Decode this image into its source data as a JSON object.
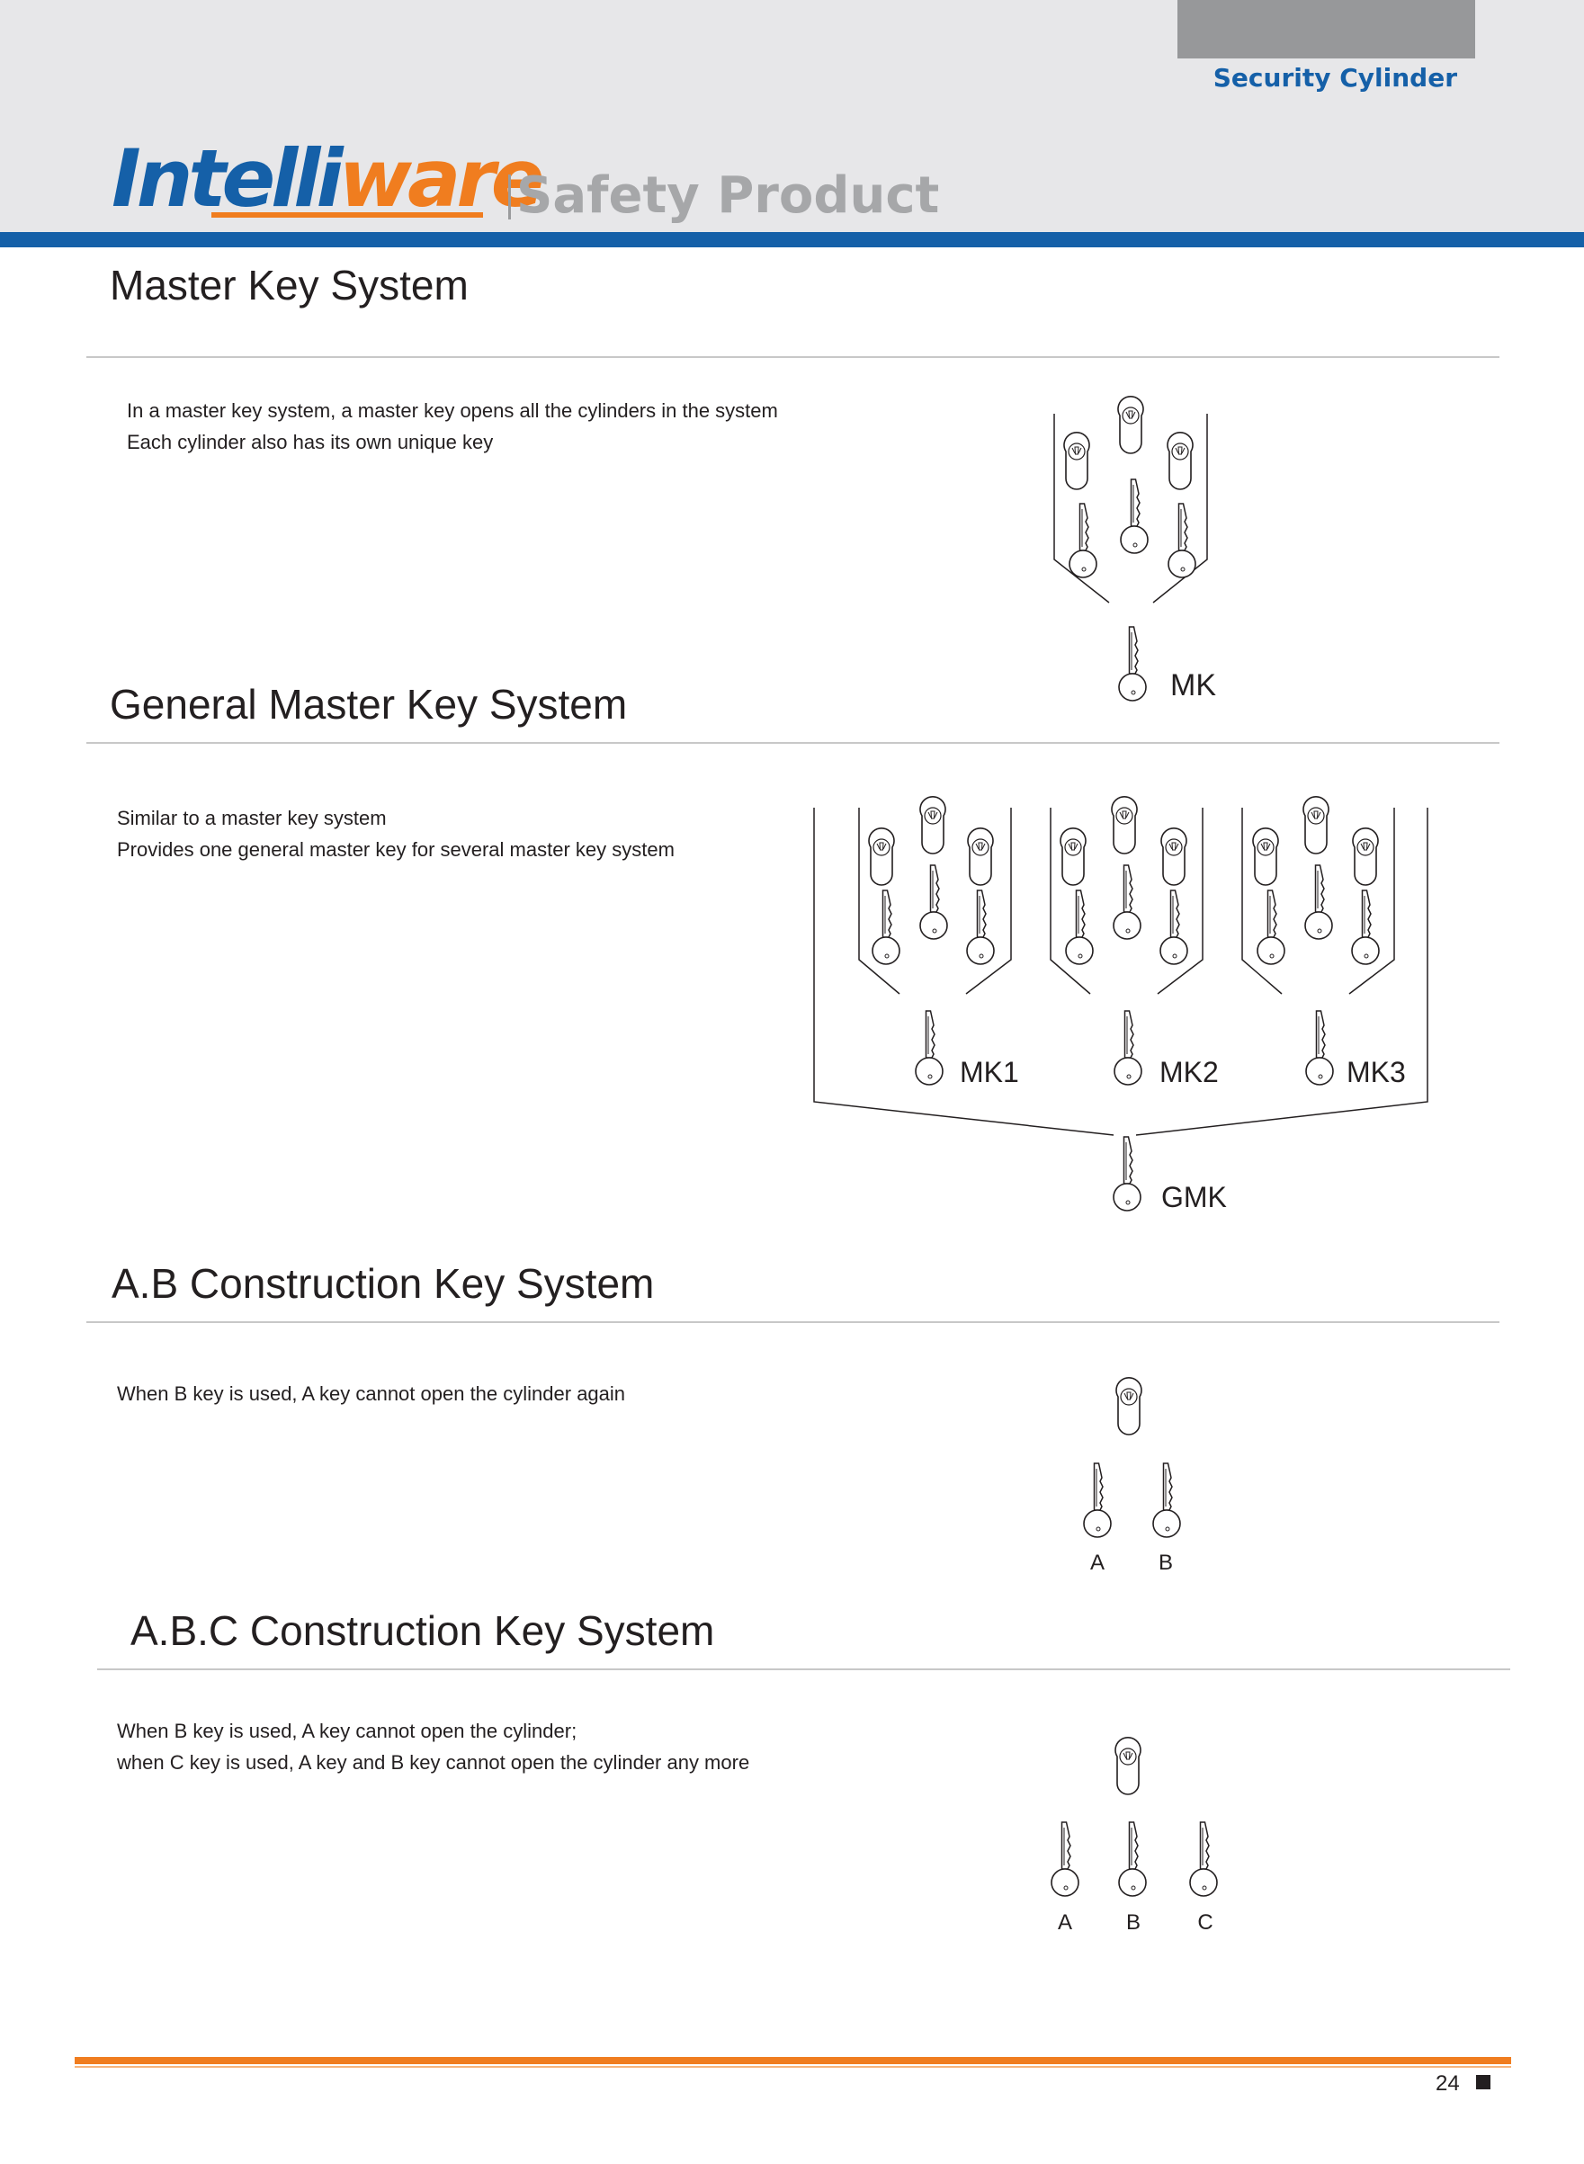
{
  "header": {
    "category": "Security Cylinder",
    "brand_part1": "In",
    "brand_part2": "telli",
    "brand_part3": "ware",
    "tagline": "Safety Product"
  },
  "sections": [
    {
      "title": "Master Key System",
      "description": [
        "In a master key system, a master key opens all the cylinders in the system",
        "Each cylinder also has its own unique key"
      ],
      "diagram_labels": [
        "MK"
      ]
    },
    {
      "title": "General Master Key System",
      "description": [
        "Similar to a master key system",
        "Provides one general master key for several master key system"
      ],
      "diagram_labels": [
        "MK1",
        "MK2",
        "MK3",
        "GMK"
      ]
    },
    {
      "title": "A.B Construction Key System",
      "description": [
        "When B  key is used, A key cannot  open the cylinder again"
      ],
      "diagram_labels": [
        "A",
        "B"
      ]
    },
    {
      "title": "A.B.C Construction Key System",
      "description": [
        "When B key is used, A key cannot open the cylinder;",
        "when C key is used, A key and B key cannot open the cylinder any more"
      ],
      "diagram_labels": [
        "A",
        "B",
        "C"
      ]
    }
  ],
  "footer": {
    "page_number": "24"
  },
  "colors": {
    "brand_blue": "#1560a8",
    "brand_orange": "#f07d1f",
    "header_gray": "#e7e7e9",
    "tab_gray": "#97989a"
  }
}
